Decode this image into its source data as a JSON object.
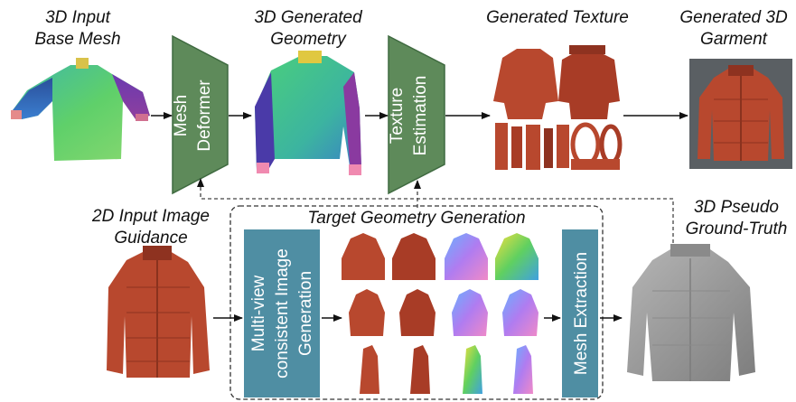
{
  "labels": {
    "base_mesh": [
      "3D Input",
      "Base Mesh"
    ],
    "generated_geometry": [
      "3D Generated",
      "Geometry"
    ],
    "generated_texture": [
      "Generated Texture"
    ],
    "generated_garment": [
      "Generated 3D",
      "Garment"
    ],
    "image_guidance": [
      "2D Input Image",
      "Guidance"
    ],
    "target_geometry": [
      "Target Geometry Generation"
    ],
    "pseudo_gt": [
      "3D Pseudo",
      "Ground-Truth"
    ]
  },
  "blocks": {
    "mesh_deformer": [
      "Mesh",
      "Deformer"
    ],
    "texture_estimation": [
      "Texture",
      "Estimation"
    ],
    "multiview": [
      "Multi-view",
      "consistent Image",
      "Generation"
    ],
    "mesh_extraction": [
      "Mesh Extraction"
    ]
  },
  "colors": {
    "trapezoid_fill": "#5e8a5a",
    "trapezoid_stroke": "#3f6a40",
    "block_fill": "#4f8ea3",
    "jacket": "#b8482e",
    "jacket_dark": "#8e3220",
    "gray_mesh": "#9a9a9a",
    "photo_bg": "#5a5f63"
  }
}
